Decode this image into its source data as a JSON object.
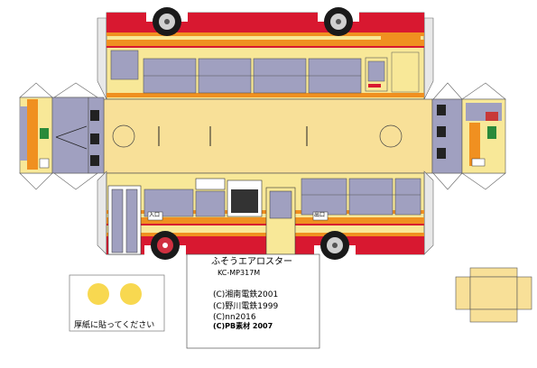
{
  "model_name": "ふそうエアロスター",
  "model_code": "KC-MP317M",
  "credits": [
    "(C)湘南電鉄2001",
    "(C)野川電鉄1999",
    "(C)nn2016",
    "(C)PB素材 2007"
  ],
  "note": "厚紙に貼ってください",
  "door_labels": {
    "entry": "入口",
    "exit": "出口"
  },
  "colors": {
    "body_cream": "#f8e898",
    "red_band": "#d81830",
    "orange_band": "#f09020",
    "window_gray": "#a0a0c0",
    "roof_yellow": "#f8e098",
    "disc_yellow": "#f8d850"
  }
}
